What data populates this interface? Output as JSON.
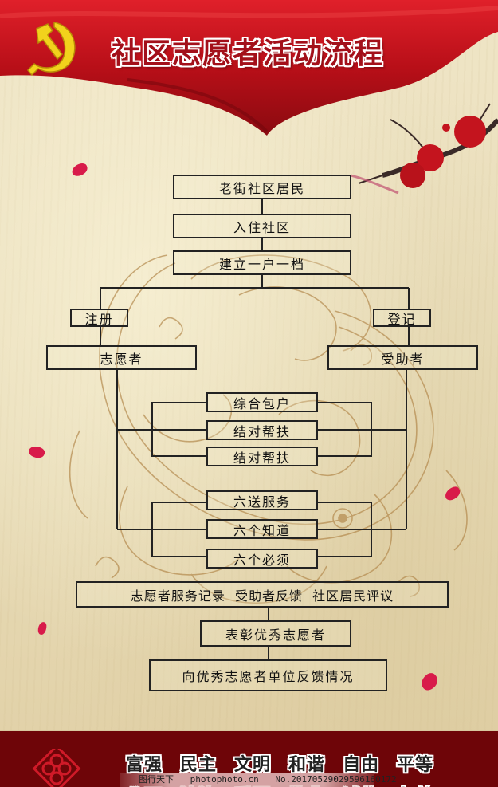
{
  "header": {
    "title": "社区志愿者活动流程",
    "emblem_icon": "hammer-sickle-icon",
    "flag_color": "#c8121e"
  },
  "flowchart": {
    "top_chain": [
      "老街社区居民",
      "入住社区",
      "建立一户一档"
    ],
    "branches": {
      "left": {
        "step": "注册",
        "role": "志愿者"
      },
      "right": {
        "step": "登记",
        "role": "受助者"
      }
    },
    "group1": [
      "综合包户",
      "结对帮扶",
      "结对帮扶"
    ],
    "group2": [
      "六送服务",
      "六个知道",
      "六个必须"
    ],
    "bottom_chain": [
      "志愿者服务记录  受助者反馈  社区居民评议",
      "表彰优秀志愿者",
      "向优秀志愿者单位反馈情况"
    ]
  },
  "footer": {
    "values_row1": [
      "富强",
      "民主",
      "文明",
      "和谐",
      "自由",
      "平等"
    ],
    "values_row2": [
      "公正",
      "法治",
      "爱国",
      "敬业",
      "诚信",
      "友善"
    ],
    "knot_icon": "chinese-knot-icon",
    "watermark": {
      "site_name": "图行天下",
      "site_url": "photophoto.cn",
      "image_no": "No.20170529029596160172"
    },
    "background_color": "#6e0508"
  }
}
